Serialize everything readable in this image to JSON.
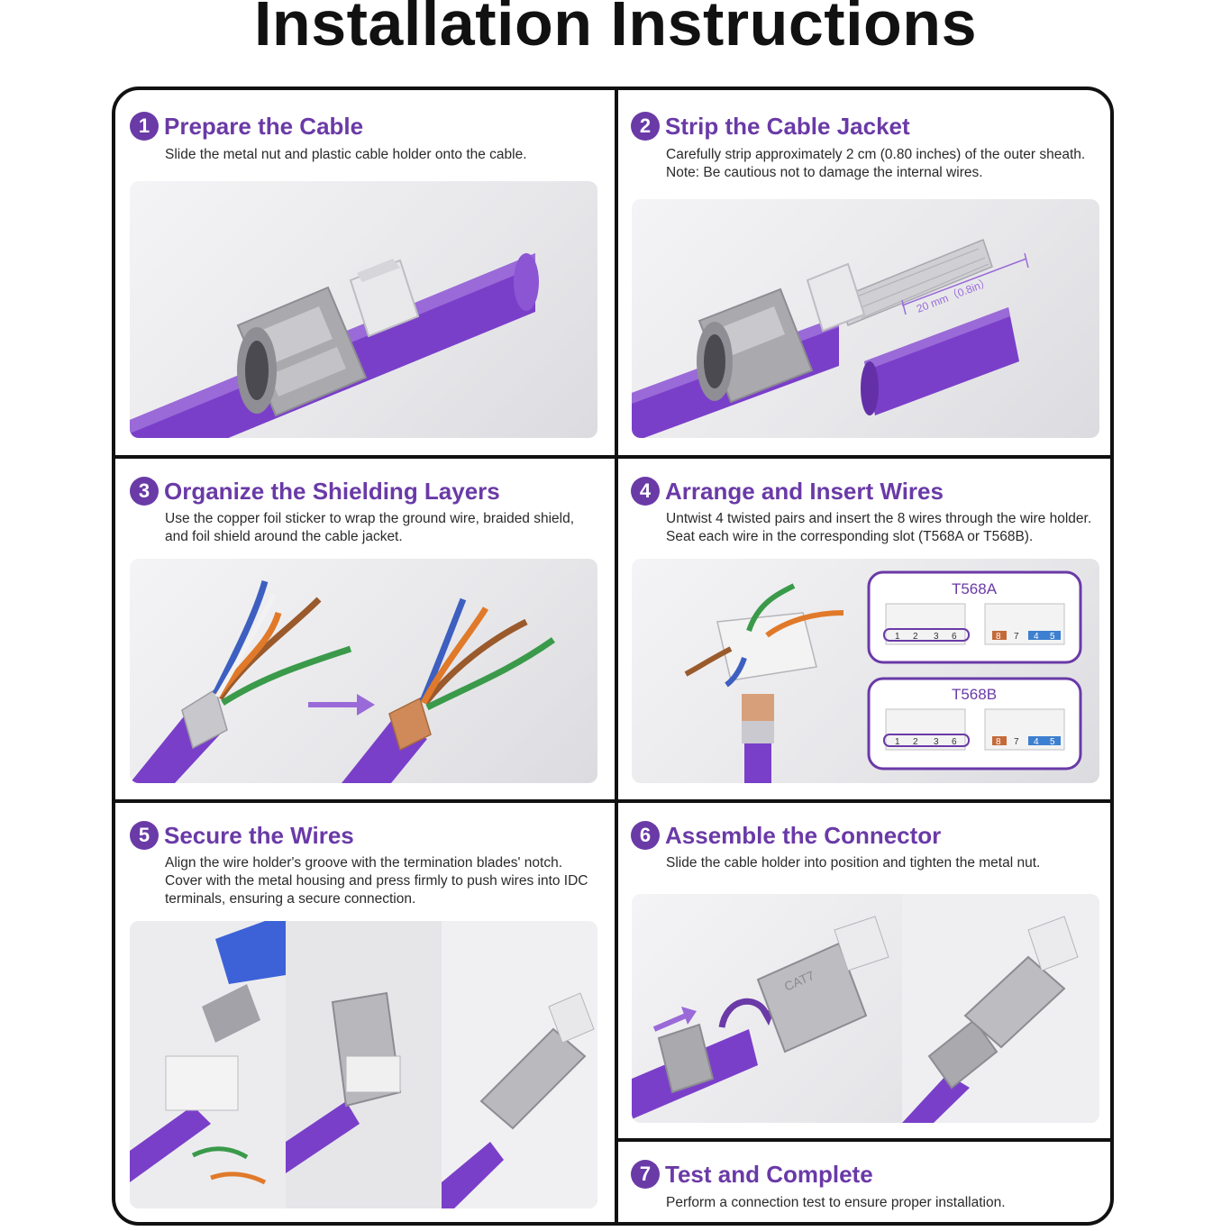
{
  "page": {
    "title": "Installation Instructions"
  },
  "steps": [
    {
      "number": "1",
      "title": "Prepare the Cable",
      "description": "Slide the metal nut and plastic cable holder onto the cable."
    },
    {
      "number": "2",
      "title": "Strip the Cable Jacket",
      "description": "Carefully strip approximately 2 cm (0.80 inches) of the outer sheath. Note: Be cautious not to damage the internal wires.",
      "measure_label": "20 mm（0.8in）"
    },
    {
      "number": "3",
      "title": "Organize the Shielding Layers",
      "description": "Use the copper foil sticker to wrap the ground wire, braided shield, and foil shield around the cable jacket."
    },
    {
      "number": "4",
      "title": "Arrange and Insert Wires",
      "description": "Untwist 4 twisted pairs and insert the 8 wires through the wire holder. Seat each wire in the corresponding slot (T568A or T568B).",
      "standard_a": "T568A",
      "standard_b": "T568B",
      "slot_numbers_left": [
        "1",
        "2",
        "3",
        "6"
      ],
      "slot_numbers_right": [
        "8",
        "7",
        "4",
        "5"
      ]
    },
    {
      "number": "5",
      "title": "Secure the Wires",
      "description": "Align the wire holder's groove with the termination blades' notch. Cover with the metal housing and press firmly to push wires into IDC terminals, ensuring a secure connection."
    },
    {
      "number": "6",
      "title": "Assemble the Connector",
      "description": "Slide the cable holder into position and tighten the metal nut.",
      "connector_label": "CAT7"
    },
    {
      "number": "7",
      "title": "Test and Complete",
      "description": "Perform a connection test to ensure proper installation."
    }
  ],
  "colors": {
    "accent": "#6a3aa7",
    "cable": "#7a3fc9",
    "frame": "#111111",
    "metal": "#b9b9bd"
  }
}
